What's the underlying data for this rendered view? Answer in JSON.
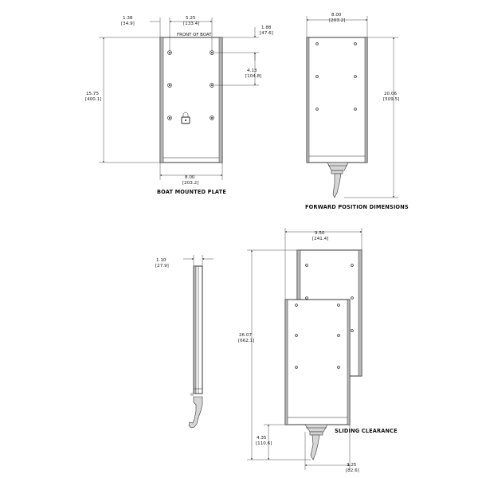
{
  "boat_mounted_plate": {
    "caption": "BOAT MOUNTED PLATE",
    "front_label": "FRONT OF BOAT",
    "dims": {
      "edge_offset": "1.38",
      "edge_offset_mm": "[34.9]",
      "hole_spacing_h": "5.25",
      "hole_spacing_h_mm": "[133.4]",
      "top_offset": "1.88",
      "top_offset_mm": "[47.6]",
      "hole_spacing_v": "4.13",
      "hole_spacing_v_mm": "[104.8]",
      "height": "15.75",
      "height_mm": "[400.1]",
      "width": "8.00",
      "width_mm": "[203.2]"
    }
  },
  "forward_position": {
    "caption": "FORWARD POSITION DIMENSIONS",
    "dims": {
      "width": "8.00",
      "width_mm": "[203.2]",
      "height": "20.06",
      "height_mm": "[509.5]"
    }
  },
  "side_view": {
    "dims": {
      "depth": "1.10",
      "depth_mm": "[27.9]"
    }
  },
  "sliding_clearance": {
    "caption": "SLIDING CLEARANCE",
    "dims": {
      "width": "9.50",
      "width_mm": "[241.4]",
      "height": "26.07",
      "height_mm": "[662.1]",
      "drop": "4.35",
      "drop_mm": "[110.6]",
      "offset": "3.25",
      "offset_mm": "[82.6]"
    }
  }
}
